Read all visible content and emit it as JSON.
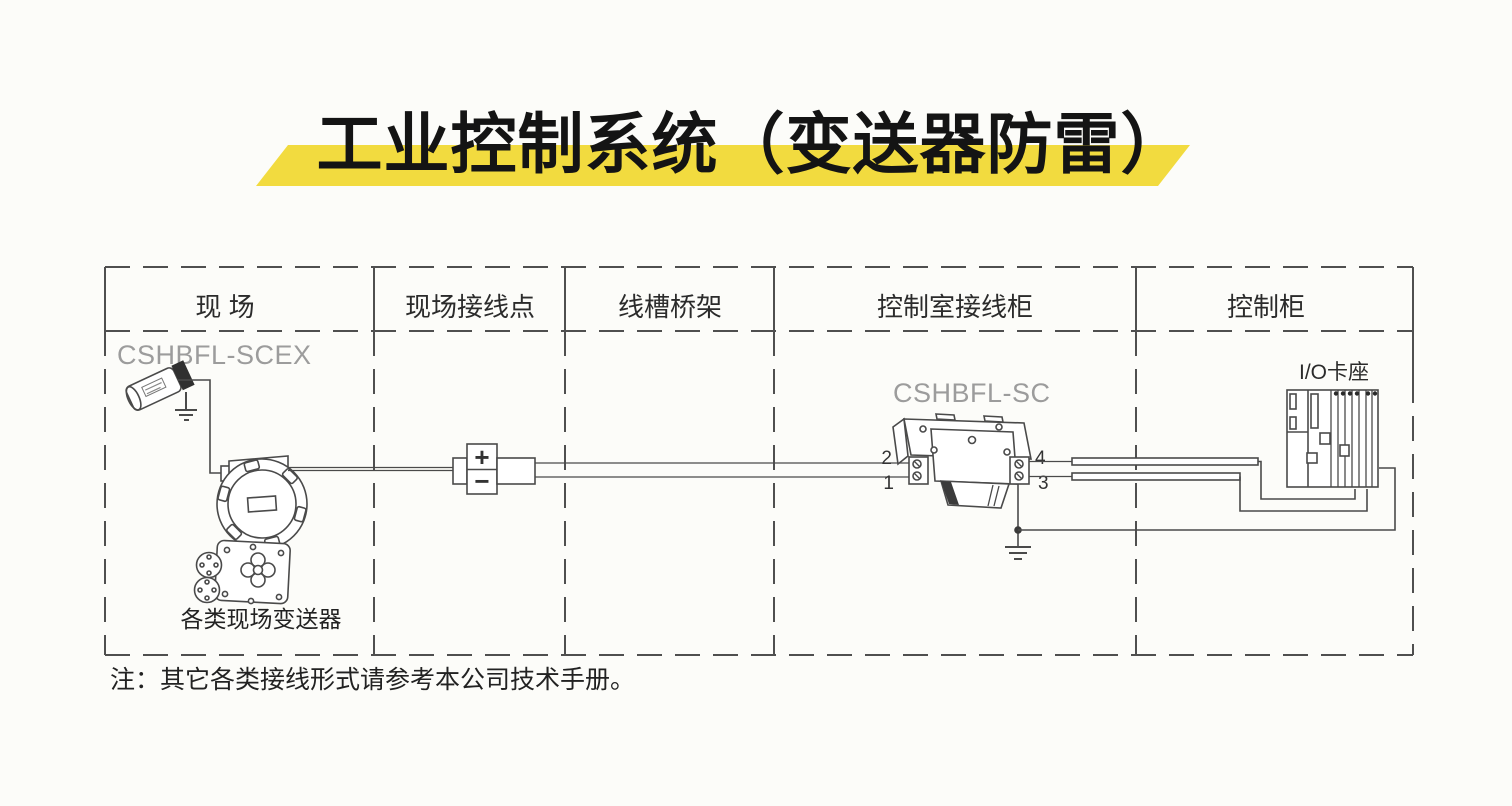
{
  "title": {
    "text": "工业控制系统（变送器防雷）"
  },
  "table": {
    "columns": [
      {
        "label": "现 场"
      },
      {
        "label": "现场接线点"
      },
      {
        "label": "线槽桥架"
      },
      {
        "label": "控制室接线柜"
      },
      {
        "label": "控制柜"
      }
    ]
  },
  "diagram": {
    "field_spd_label": "CSHBFL-SCEX",
    "transmitter_caption": "各类现场变送器",
    "junction_plus": "+",
    "junction_minus": "−",
    "cabinet_spd_label": "CSHBFL-SC",
    "terminal_1": "1",
    "terminal_2": "2",
    "terminal_3": "3",
    "terminal_4": "4",
    "io_rack_label": "I/O卡座"
  },
  "note": {
    "text": "注：其它各类接线形式请参考本公司技术手册。"
  },
  "colors": {
    "highlight_yellow": "#F2DB3F",
    "line": "#4f4f4f",
    "muted_label": "#9C9C9C",
    "text": "#2B2B2B"
  }
}
